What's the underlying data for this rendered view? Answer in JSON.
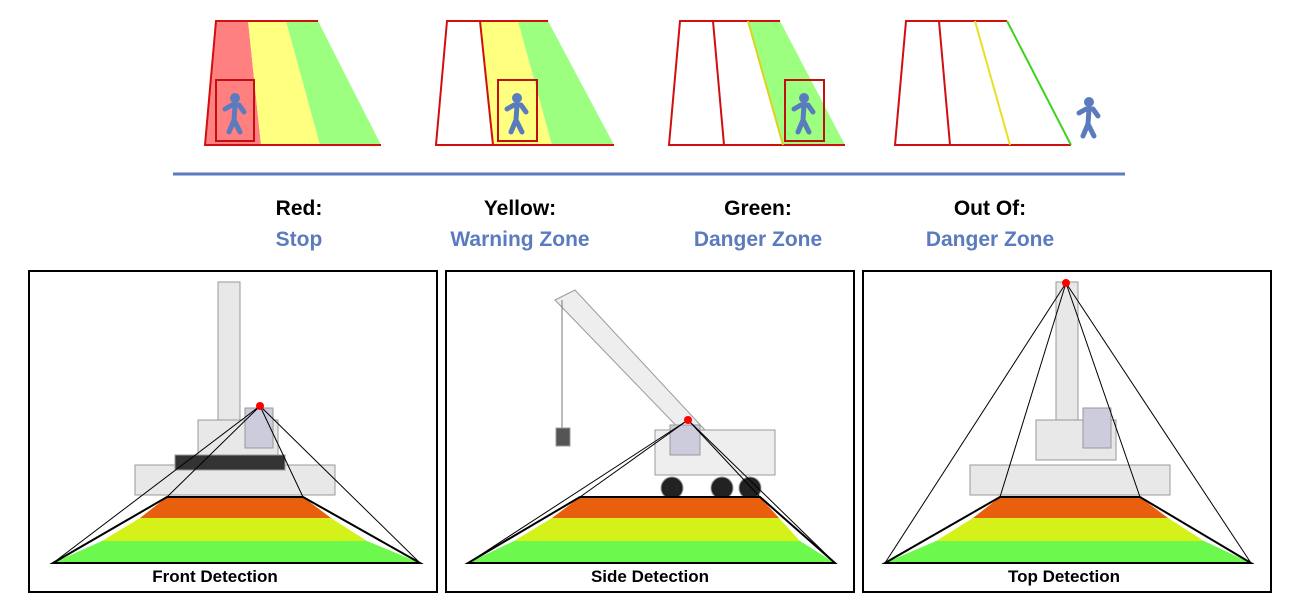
{
  "zones": [
    {
      "title": "Red:",
      "subtitle": "Stop"
    },
    {
      "title": "Yellow:",
      "subtitle": "Warning Zone"
    },
    {
      "title": "Green:",
      "subtitle": "Danger Zone"
    },
    {
      "title": "Out Of:",
      "subtitle": "Danger Zone"
    }
  ],
  "panels": [
    {
      "caption": "Front Detection"
    },
    {
      "caption": "Side Detection"
    },
    {
      "caption": "Top Detection"
    }
  ],
  "colors": {
    "red": "#ff8080",
    "yellow": "#ffff80",
    "green": "#9cff80",
    "border": "#d01010",
    "accent": "#5b7bbf",
    "orange": "#e8600e",
    "band_yellow": "#d4f21a",
    "band_green": "#6cf84c"
  }
}
